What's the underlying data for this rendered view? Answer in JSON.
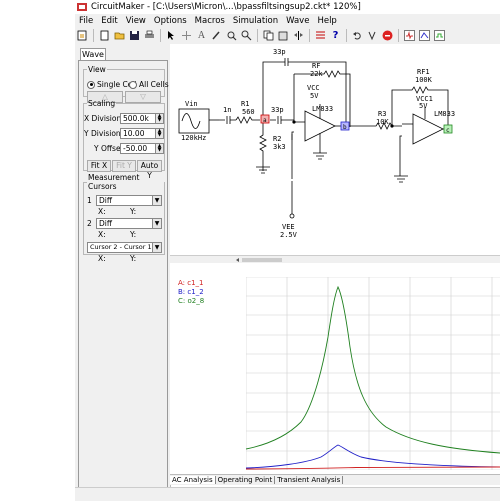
{
  "window": {
    "title": "CircuitMaker - [C:\\Users\\Micron\\...\\bpassfiltsingsup2.ckt* 120%]"
  },
  "menu": [
    "File",
    "Edit",
    "View",
    "Options",
    "Macros",
    "Simulation",
    "Wave",
    "Help"
  ],
  "toolbar_icons": [
    "new-file",
    "open-folder",
    "save",
    "print",
    "select-arrow",
    "wire-plus",
    "text-A",
    "probe",
    "zoom",
    "search",
    "copy",
    "paste",
    "rotate",
    "mirror",
    "stop",
    "toggle-a",
    "toggle-b",
    "toggle-c"
  ],
  "panel": {
    "tab": "Wave",
    "view": {
      "legend": "View",
      "single": "Single Cell",
      "all": "All Cells",
      "single_selected": true
    },
    "scaling": {
      "legend": "Scaling",
      "x_label": "X Division",
      "x_value": "500.0k",
      "y_label": "Y Division",
      "y_value": "10.00",
      "yo_label": "Y Offset",
      "yo_value": "-50.00",
      "fitx": "Fit X",
      "fity": "Fit Y",
      "autoy": "Auto Y"
    },
    "cursors": {
      "legend": "Measurement Cursors",
      "c1_num": "1",
      "c1_mode": "Diff",
      "c1_x": "X:",
      "c1_y": "Y:",
      "c2_num": "2",
      "c2_mode": "Diff",
      "c2_x": "X:",
      "c2_y": "Y:",
      "diff_mode": "Cursor 2 - Cursor 1",
      "d_x": "X:",
      "d_y": "Y:"
    }
  },
  "schematic": {
    "vin": "Vin",
    "vin_freq": "120kHz",
    "c1": "1n",
    "r1": "R1",
    "r1v": "560",
    "c2": "33p",
    "c3": "33p",
    "rf": "RF",
    "rfv": "22k",
    "vcc": "VCC",
    "vccv": "5V",
    "op1": "LM833",
    "r2": "R2",
    "r2v": "3k3",
    "r3": "R3",
    "r3v": "10K",
    "rf1": "RF1",
    "rf1v": "100K",
    "vcc1": "VCC1",
    "vcc1v": "5V",
    "op2": "LM833",
    "vee": "VEE",
    "veev": "2.5V",
    "probe_a": "a",
    "probe_b": "b",
    "probe_c": "c"
  },
  "plot": {
    "traces": [
      {
        "name": "A: c1_1",
        "color": "#d02020"
      },
      {
        "name": "B: c1_2",
        "color": "#2020c8"
      },
      {
        "name": "C: o2_8",
        "color": "#208020"
      }
    ]
  },
  "bottom_tabs": [
    "AC Analysis",
    "Operating Point",
    "Transient Analysis"
  ]
}
